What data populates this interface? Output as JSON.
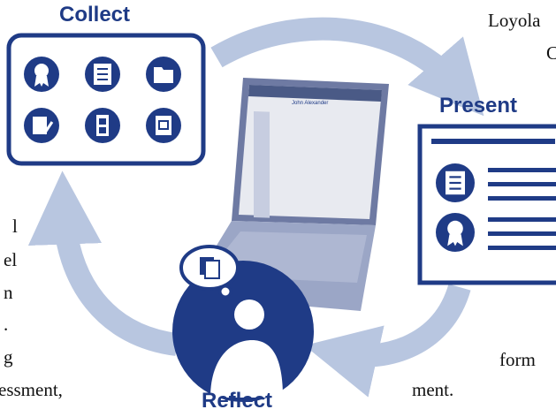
{
  "labels": {
    "collect": "Collect",
    "present": "Present",
    "reflect": "Reflect"
  },
  "page_text": {
    "right_top_1": "Loyola",
    "right_top_2": "C",
    "right_bottom_1": "form",
    "right_bottom_2": "ment.",
    "left_1": "l",
    "left_2": "el",
    "left_3": "n",
    "left_4": ".",
    "left_5": "g",
    "left_6": "essment,"
  },
  "laptop_screen": {
    "profile_name": "John Alexander"
  },
  "colors": {
    "primary_blue": "#1f3b86",
    "arrow_blue": "#b8c6e0",
    "laptop_gray": "#9ba6c6"
  },
  "icons": {
    "collect": [
      "award-icon",
      "document-list-icon",
      "folder-icon",
      "checklist-icon",
      "film-icon",
      "certificate-icon"
    ],
    "present": [
      "document-list-icon",
      "award-icon"
    ],
    "reflect": [
      "certificate-icon",
      "person-icon"
    ]
  }
}
